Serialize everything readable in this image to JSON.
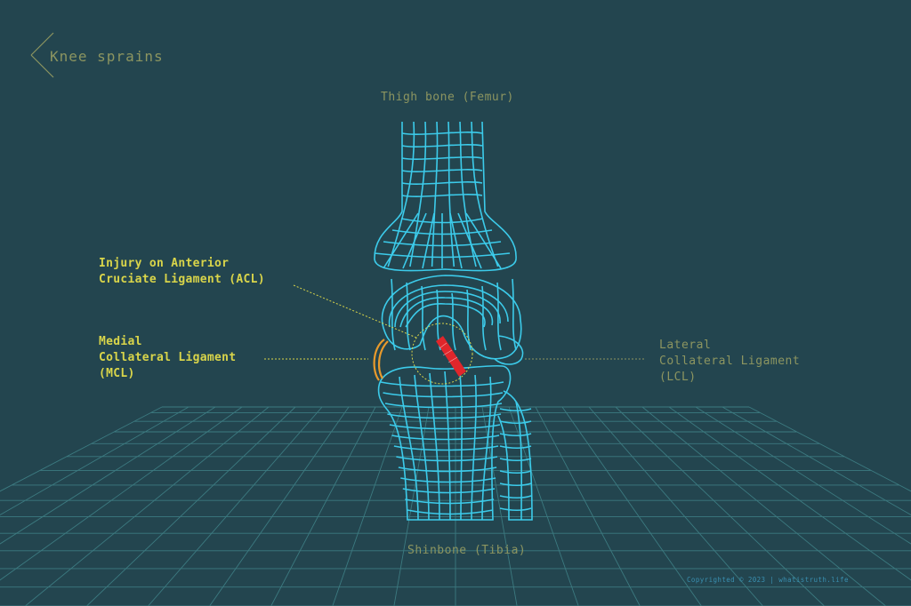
{
  "title": "Knee sprains",
  "labels": {
    "femur": "Thigh bone (Femur)",
    "tibia": "Shinbone (Tibia)",
    "acl": [
      "Injury on Anterior",
      "Cruciate Ligament (ACL)"
    ],
    "mcl": [
      "Medial",
      "Collateral Ligament",
      "(MCL)"
    ],
    "lcl": [
      "Lateral",
      "Collateral Ligament",
      "(LCL)"
    ]
  },
  "copyright": "Copyrighted © 2023 | whatistruth.life",
  "colors": {
    "background": "#23454f",
    "grid": "#3c7a80",
    "bone_wire": "#3ccbea",
    "highlight_label": "#d9d54a",
    "muted_label": "#8c9560",
    "acl_injury": "#e0262b",
    "mcl": "#e89a2c",
    "copyright": "#3a8fb0"
  },
  "icons": {
    "title_marker": "chevron-diamond-icon"
  }
}
